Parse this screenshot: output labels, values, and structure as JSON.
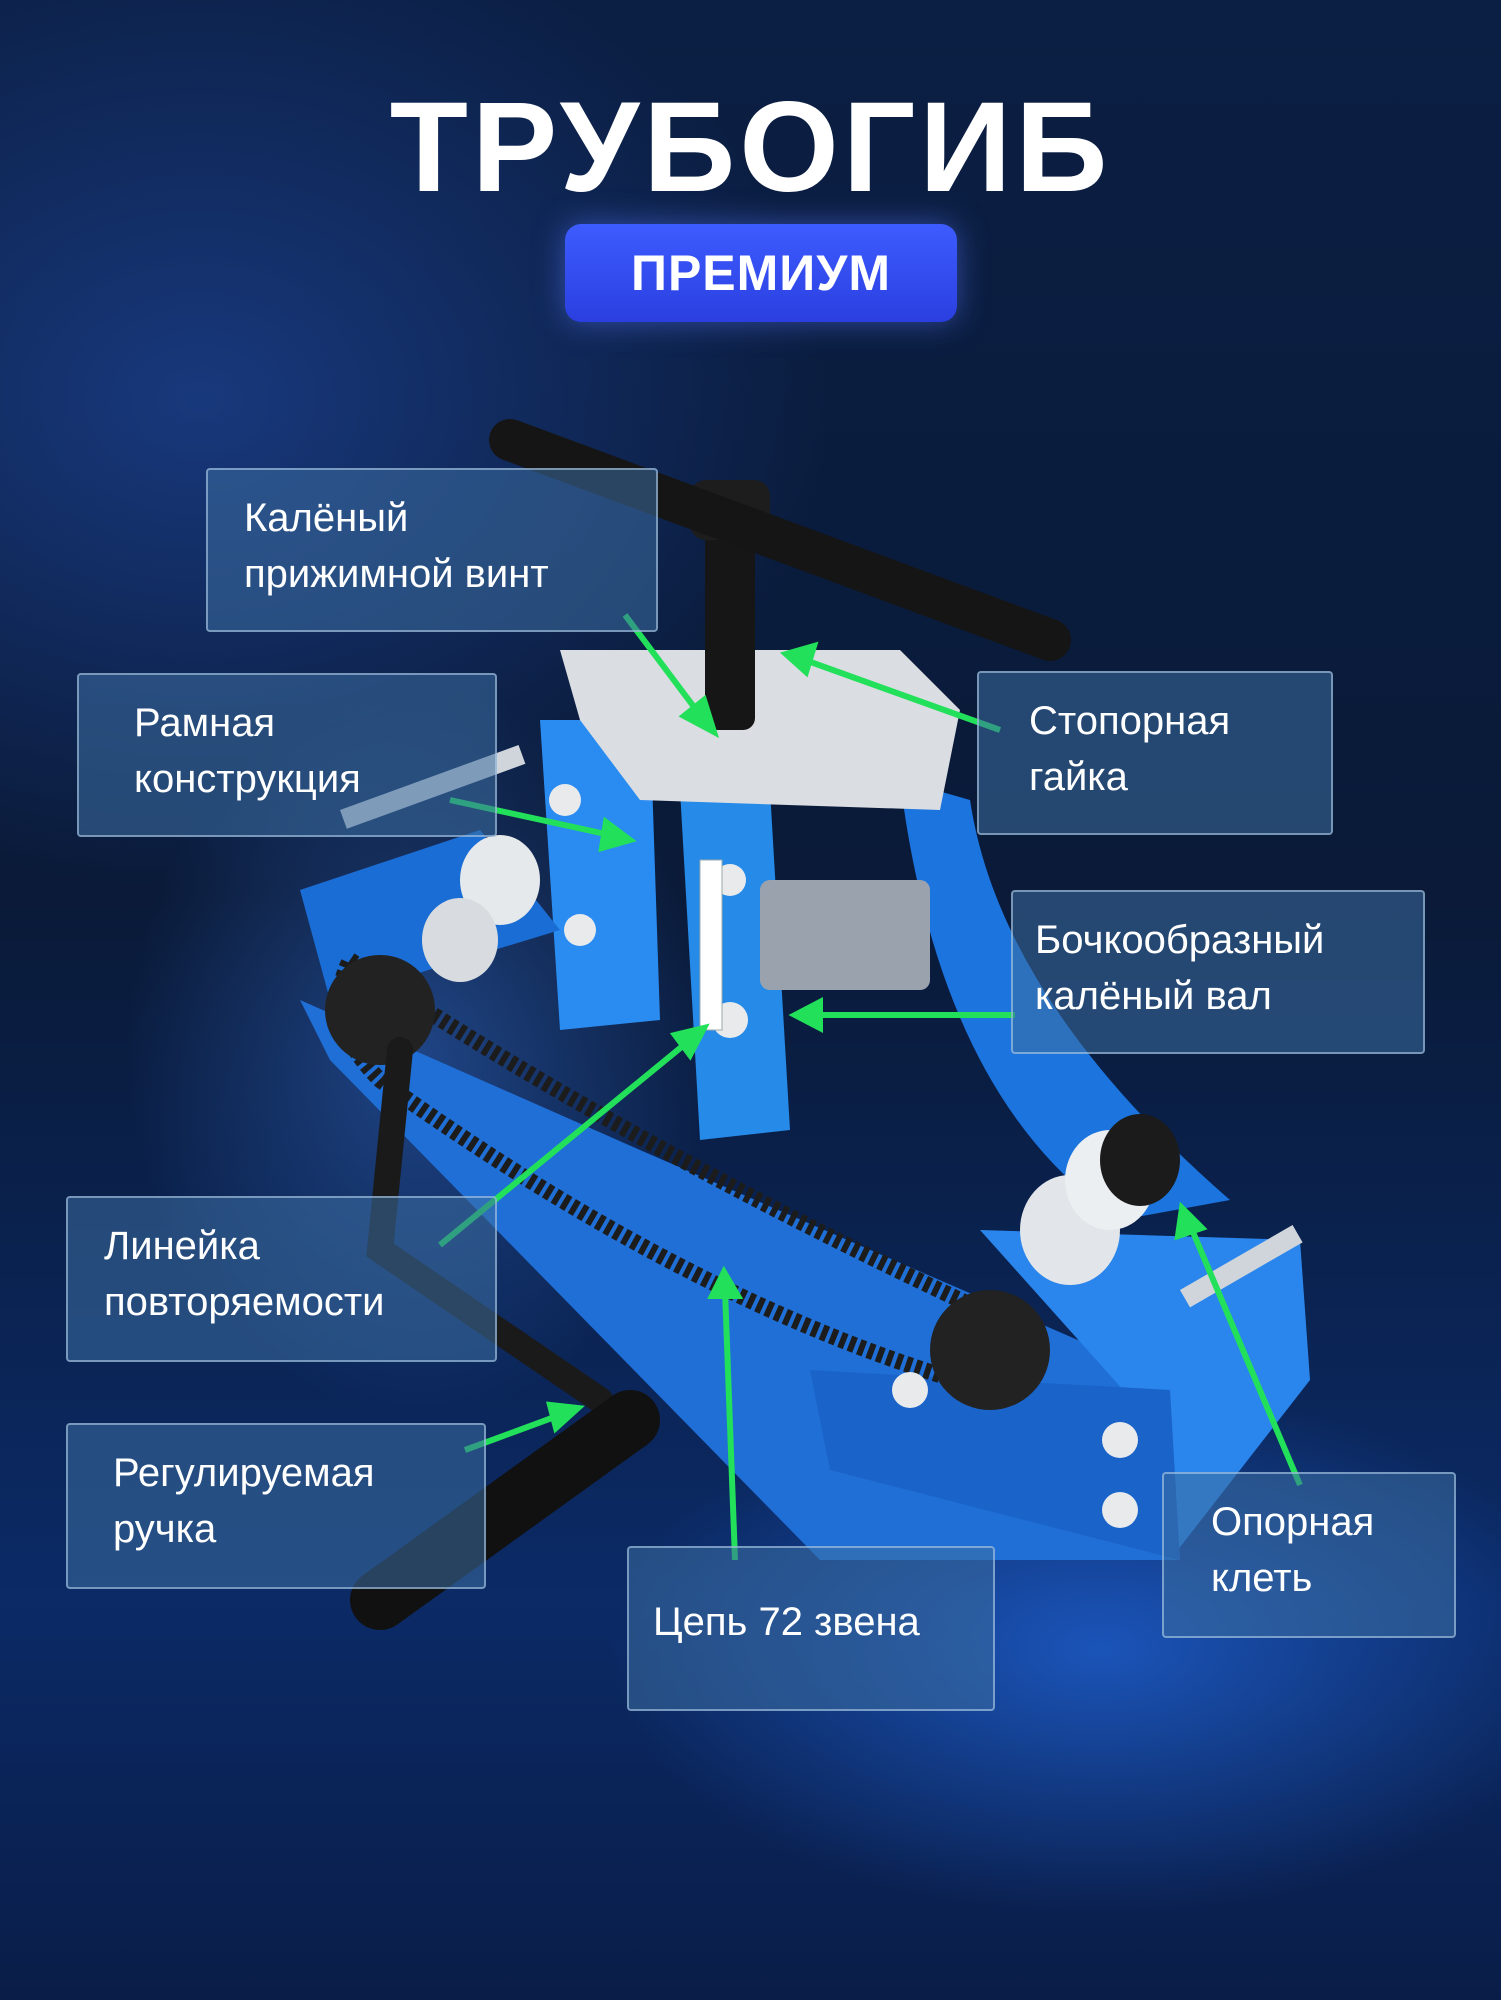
{
  "header": {
    "title": "ТРУБОГИБ",
    "badge": "ПРЕМИУМ"
  },
  "labels": {
    "press_screw": [
      "Калёный",
      "прижимной винт"
    ],
    "frame": [
      "Рамная",
      "конструкция"
    ],
    "lock_nut": [
      "Стопорная",
      "гайка"
    ],
    "barrel_shaft": [
      "Бочкообразный",
      "калёный вал"
    ],
    "ruler": [
      "Линейка",
      "повторяемости"
    ],
    "handle": [
      "Регулируемая",
      "ручка"
    ],
    "chain": [
      "Цепь 72 звена"
    ],
    "support_cage": [
      "Опорная",
      "клеть"
    ]
  },
  "colors": {
    "background": "#0a1a38",
    "badge": "#3d5cff",
    "machine_blue": "#1e78e0",
    "arrow": "#22e05a"
  }
}
